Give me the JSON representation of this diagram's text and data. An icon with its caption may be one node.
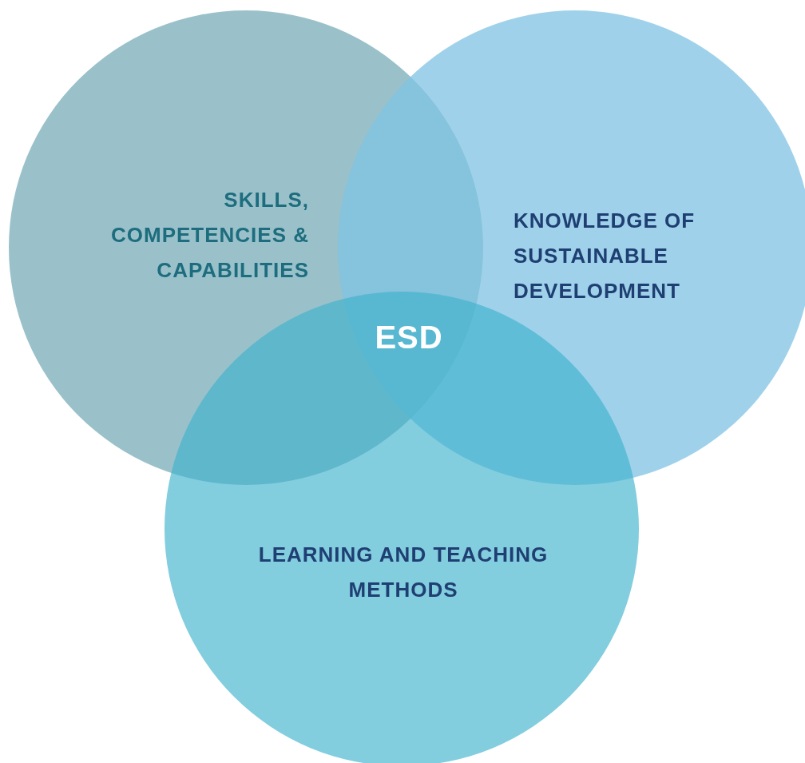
{
  "diagram": {
    "nodes": [
      {
        "text": [
          "SKILLS, COMPETENCIES & CAPABILITIES"
        ]
      },
      {
        "text": [
          "KNOWLEDGE OF SUSTAINABLE DEVELOPMENT"
        ]
      },
      {
        "text": [
          "LEARNING AND TEACHING METHODS"
        ]
      }
    ],
    "labels": [
      "ESD"
    ]
  }
}
